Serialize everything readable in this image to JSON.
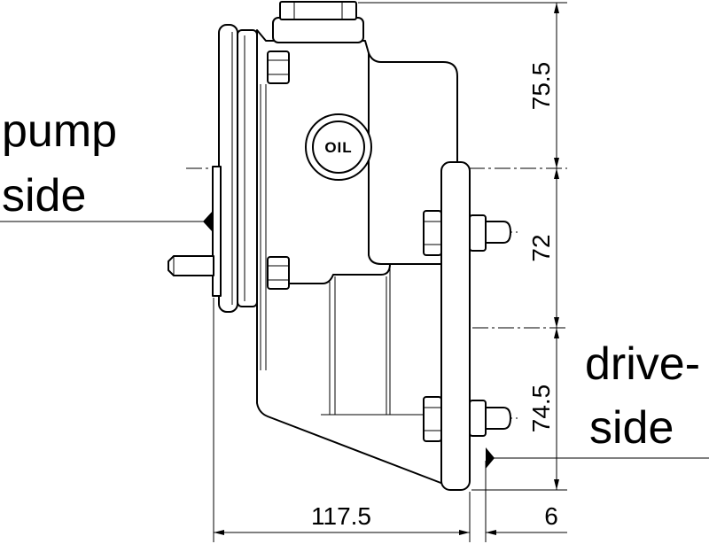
{
  "labels": {
    "pump_side": {
      "line1": "pump",
      "line2": "side"
    },
    "drive_side": {
      "line1": "drive-",
      "line2": "side"
    }
  },
  "indicator": {
    "oil": "OIL"
  },
  "dimensions": {
    "vertical": [
      "75.5",
      "72",
      "74.5"
    ],
    "horizontal": [
      "117.5",
      "6"
    ]
  }
}
